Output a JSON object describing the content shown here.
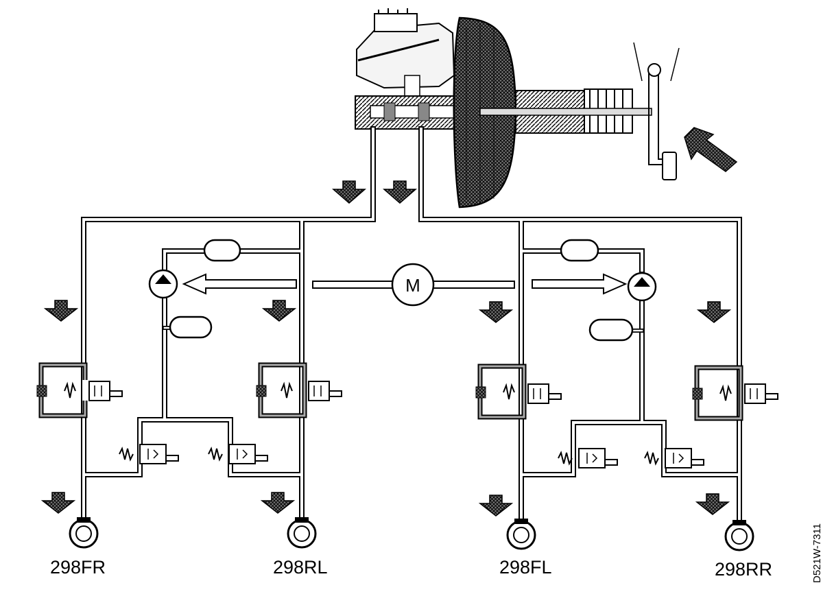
{
  "diagram": {
    "motor_label": "M",
    "wheels": [
      {
        "id": "FR",
        "label": "298FR"
      },
      {
        "id": "RL",
        "label": "298RL"
      },
      {
        "id": "FL",
        "label": "298FL"
      },
      {
        "id": "RR",
        "label": "298RR"
      }
    ],
    "figure_code": "D521W-7311"
  }
}
